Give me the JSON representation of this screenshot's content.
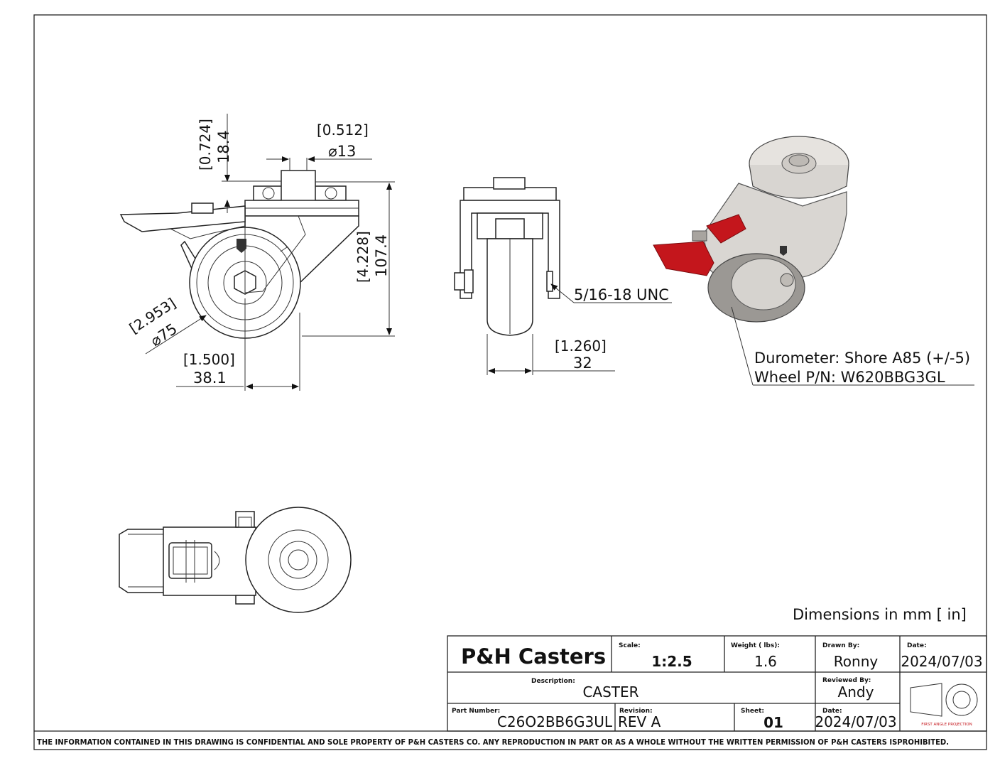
{
  "views": {
    "side": {
      "dim_top_in": "[0.724]",
      "dim_top_mm": "18.4",
      "dim_stem_in": "[0.512]",
      "dim_stem_mm": "⌀13",
      "dim_height_in": "[4.228]",
      "dim_height_mm": "107.4",
      "dim_wheel_in": "[2.953]",
      "dim_wheel_mm": "⌀75",
      "dim_offset_in": "[1.500]",
      "dim_offset_mm": "38.1"
    },
    "front": {
      "thread_label": "5/16-18 UNC",
      "dim_width_in": "[1.260]",
      "dim_width_mm": "32"
    },
    "iso": {
      "durometer": "Durometer: Shore A85 (+/-5)",
      "wheel_pn": "Wheel P/N: W620BBG3GL",
      "brake_color": "#c4161c"
    }
  },
  "units_note": "Dimensions in mm [ in]",
  "title_block": {
    "company": "P&H Casters",
    "scale_label": "Scale:",
    "scale": "1:2.5",
    "weight_label": "Weight ( lbs):",
    "weight": "1.6",
    "drawn_by_label": "Drawn By:",
    "drawn_by": "Ronny",
    "date_label": "Date:",
    "date": "2024/07/03",
    "description_label": "Description:",
    "description": "CASTER",
    "reviewed_by_label": "Reviewed By:",
    "reviewed_by": "Andy",
    "part_number_label": "Part Number:",
    "part_number": "C26O2BB6G3UL",
    "revision_label": "Revision:",
    "revision": "REV A",
    "sheet_label": "Sheet:",
    "sheet": "01",
    "date2_label": "Date:",
    "date2": "2024/07/03",
    "projection": "FIRST ANGLE PROJECTION"
  },
  "footer": "THE INFORMATION CONTAINED IN THIS DRAWING IS CONFIDENTIAL AND SOLE PROPERTY OF P&H CASTERS CO.  ANY REPRODUCTION IN PART OR AS A WHOLE WITHOUT THE WRITTEN PERMISSION OF P&H CASTERS ISPROHIBITED."
}
